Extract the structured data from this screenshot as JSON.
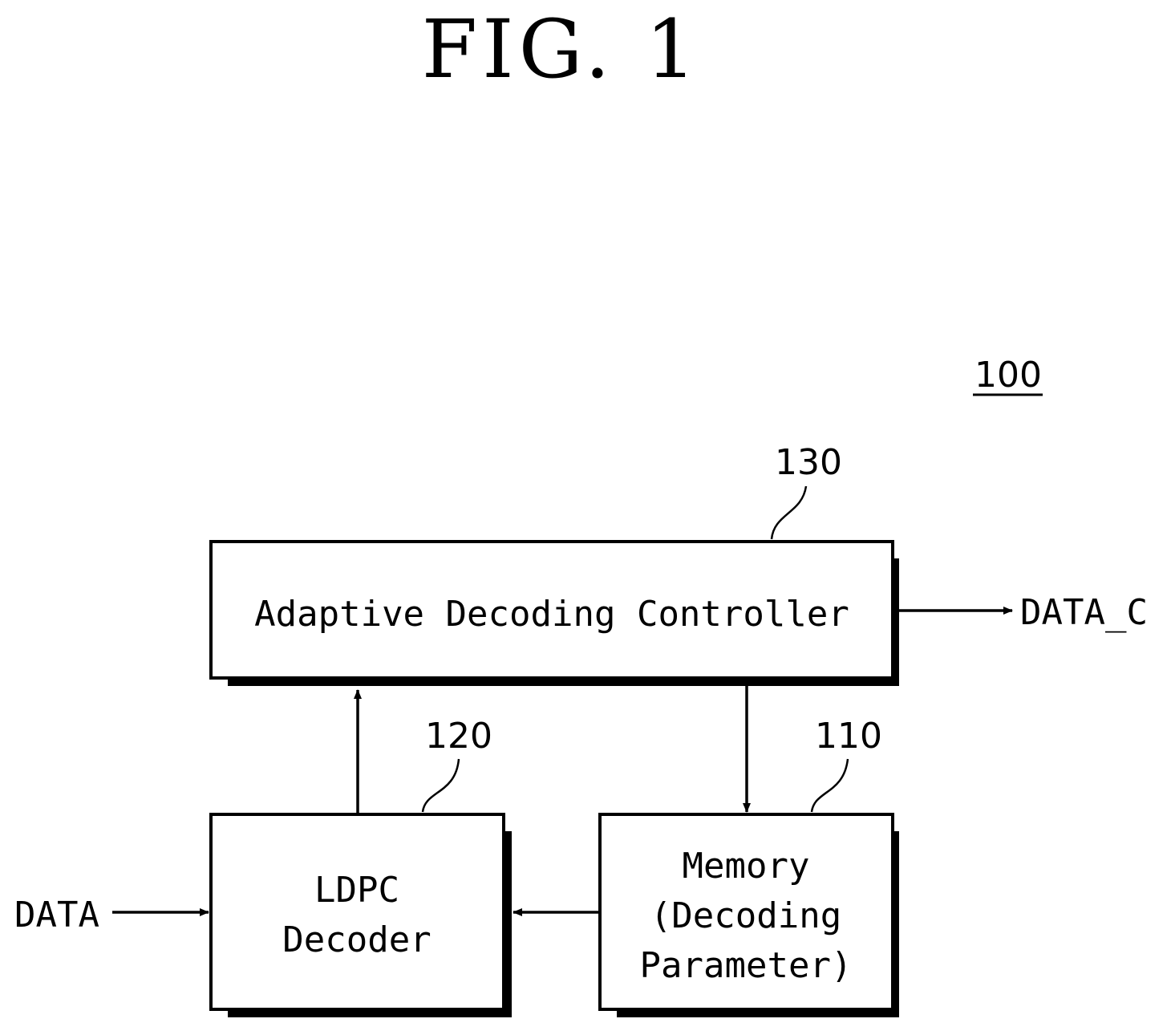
{
  "figure": {
    "title": "FIG. 1",
    "system_ref": "100"
  },
  "blocks": {
    "controller": {
      "label": "Adaptive Decoding Controller",
      "ref": "130"
    },
    "decoder": {
      "line1": "LDPC",
      "line2": "Decoder",
      "ref": "120"
    },
    "memory": {
      "line1": "Memory",
      "line2": "(Decoding",
      "line3": "Parameter)",
      "ref": "110"
    }
  },
  "signals": {
    "input": "DATA",
    "output": "DATA_C"
  }
}
